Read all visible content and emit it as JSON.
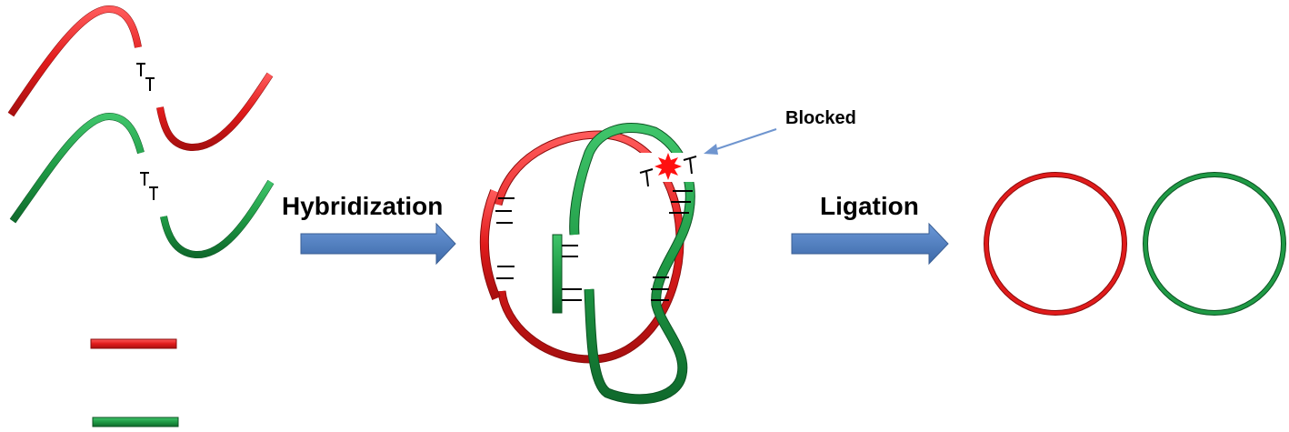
{
  "labels": {
    "hybridization": "Hybridization",
    "ligation": "Ligation",
    "blocked": "Blocked",
    "tt_red": "TT",
    "tt_green": "TT",
    "tt_block": "TT"
  },
  "colors": {
    "red": "#e01b1b",
    "green": "#1f9a45",
    "arrow": "#4f7ec0",
    "callout": "#6f95cf",
    "burst": "#ff1010"
  }
}
